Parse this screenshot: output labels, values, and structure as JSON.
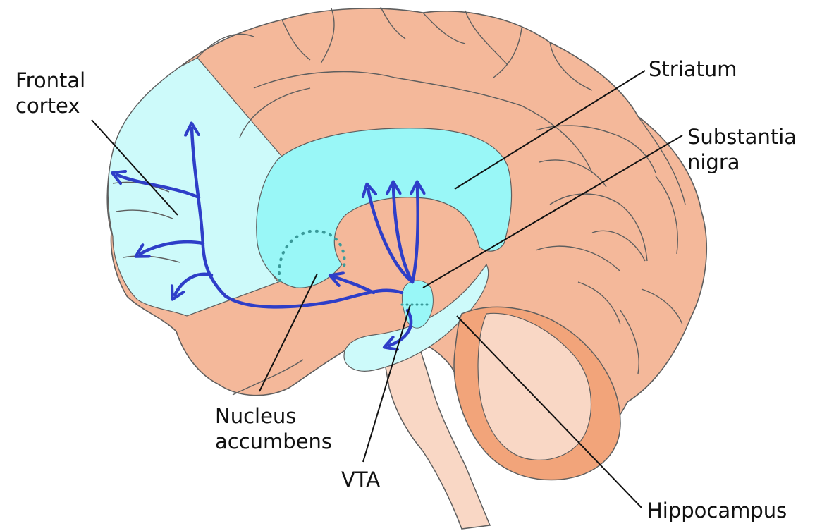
{
  "labels": {
    "frontal_cortex": [
      "Frontal",
      "cortex"
    ],
    "striatum": [
      "Striatum"
    ],
    "substantia_nigra": [
      "Substantia",
      "nigra"
    ],
    "nucleus_accumbens": [
      "Nucleus",
      "accumbens"
    ],
    "vta": [
      "VTA"
    ],
    "hippocampus": [
      "Hippocampus"
    ]
  },
  "colors": {
    "brain_tissue": "#f4b89a",
    "brain_outline": "#5e5e5e",
    "dopamine_region": "#99f7f7",
    "frontal_region": "#cdfafa",
    "hippocampus_region": "#cdfafa",
    "brainstem": "#f9d7c5",
    "cerebellum_outer": "#f2a47a",
    "cerebellum_inner": "#f9d7c5",
    "pathway": "#2e3ec8",
    "leader_line": "#111111"
  }
}
